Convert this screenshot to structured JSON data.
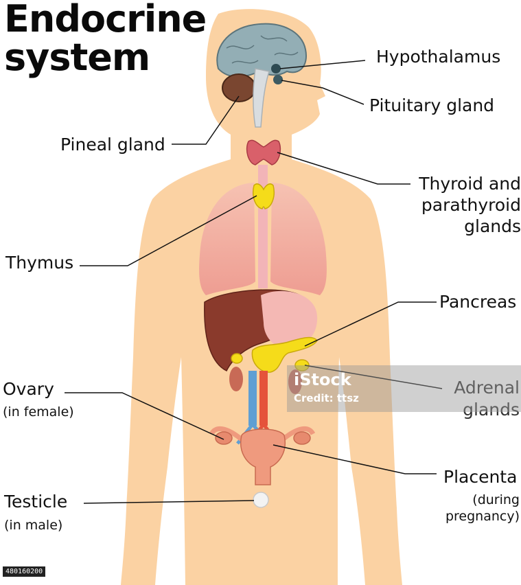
{
  "title": {
    "line1": "Endocrine",
    "line2": "system"
  },
  "labels": {
    "hypothalamus": "Hypothalamus",
    "pituitary": "Pituitary gland",
    "pineal": "Pineal gland",
    "thyroid_1": "Thyroid and",
    "thyroid_2": "parathyroid",
    "thyroid_3": "glands",
    "thymus": "Thymus",
    "pancreas": "Pancreas",
    "adrenal_1": "Adrenal",
    "adrenal_2": "glands",
    "ovary": "Ovary",
    "ovary_note": "(in female)",
    "placenta": "Placenta",
    "placenta_note_1": "(during",
    "placenta_note_2": "pregnancy)",
    "testicle": "Testicle",
    "testicle_note": "(in male)"
  },
  "watermark": {
    "logo": "iStock",
    "credit": "Credit: ttsz"
  },
  "stock_id": "480160200",
  "colors": {
    "skin": "#fbd2a3",
    "brain": "#93aeb5",
    "liver": "#8a3a2c",
    "lungs": "#f2aaa0",
    "gland_yellow": "#f5dc1a",
    "thyroid": "#d9606a",
    "uterus": "#ef9a7e",
    "artery": "#e5533b",
    "vein": "#5f9fd4"
  }
}
